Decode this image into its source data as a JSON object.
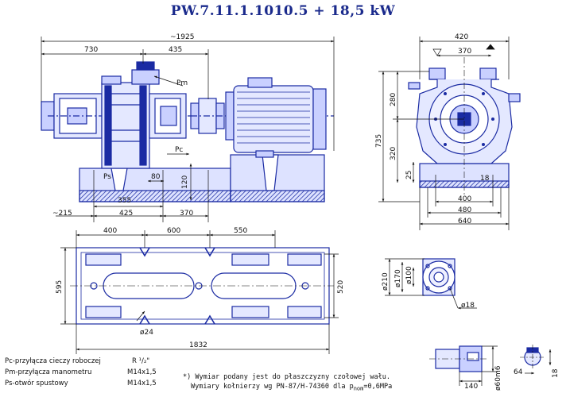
{
  "title": "PW.7.11.1.1010.5  +  18,5 kW",
  "dims": {
    "total_len": "~1925",
    "d730": "730",
    "d435": "435",
    "pm": "Pm",
    "pc": "Pc",
    "ps": "Ps",
    "d80": "80",
    "d120": "120",
    "d355": "355",
    "d215": "~215",
    "d425": "425",
    "d370b": "370",
    "d420": "420",
    "d370r": "370",
    "d280": "280",
    "d735": "735",
    "d320": "320",
    "d25": "25",
    "d18r": "18",
    "d400r": "400",
    "d480": "480",
    "d640": "640",
    "p400": "400",
    "p600": "600",
    "p550": "550",
    "p595": "595",
    "p520": "520",
    "p24": "ø24",
    "p1832": "1832",
    "f210": "ø210",
    "f170": "ø170",
    "f100": "ø100",
    "f18": "ø18",
    "s140": "140",
    "s60": "ø60m6",
    "s64": "64",
    "s18": "18"
  },
  "legend": {
    "pc_label": "Pc-przyłącza cieczy roboczej",
    "pc_value": "R ¹/₂\"",
    "pm_label": "Pm-przyłącza manometru",
    "pm_value": "M14x1,5",
    "ps_label": "Ps-otwór spustowy",
    "ps_value": "M14x1,5"
  },
  "notes": {
    "line1": "*) Wymiar podany jest do płaszczyzny czołowej wału.",
    "line2": "Wymiary kołnierzy wg PN-87/H-74360 dla p",
    "nom": "nom",
    "line2_end": "=0,6MPa"
  },
  "colors": {
    "body": "#1b2ba3",
    "line": "#111111",
    "title": "#1a2a8c"
  }
}
